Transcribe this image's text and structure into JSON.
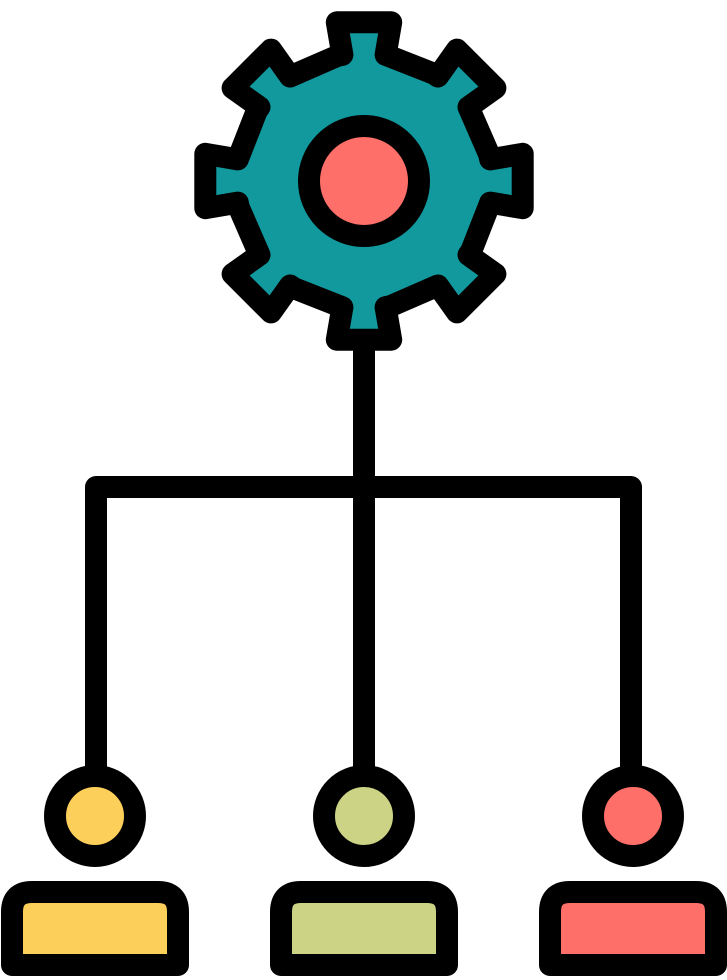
{
  "icon": {
    "name": "team-management-icon",
    "colors": {
      "outline": "#000000",
      "gear": "#11999e",
      "gear_center": "#ff6f69",
      "person_left": "#fccf5a",
      "person_middle": "#cdd384",
      "person_right": "#ff6f69",
      "background": "#ffffff"
    },
    "gear": {
      "teeth": 8
    },
    "people": [
      {
        "name": "person-left",
        "color_key": "person_left"
      },
      {
        "name": "person-middle",
        "color_key": "person_middle"
      },
      {
        "name": "person-right",
        "color_key": "person_right"
      }
    ]
  }
}
